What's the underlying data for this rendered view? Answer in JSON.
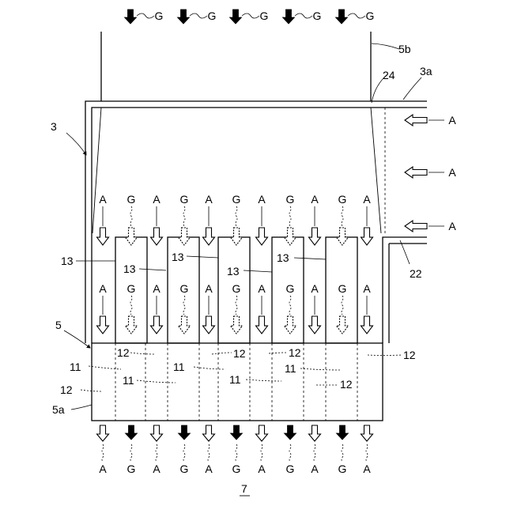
{
  "figure_label": "7",
  "flow_labels": {
    "gas": "G",
    "air": "A"
  },
  "refs": {
    "r3": "3",
    "r3a": "3a",
    "r5": "5",
    "r5a": "5a",
    "r5b": "5b",
    "r11": "11",
    "r12": "12",
    "r13": "13",
    "r22": "22",
    "r24": "24"
  }
}
